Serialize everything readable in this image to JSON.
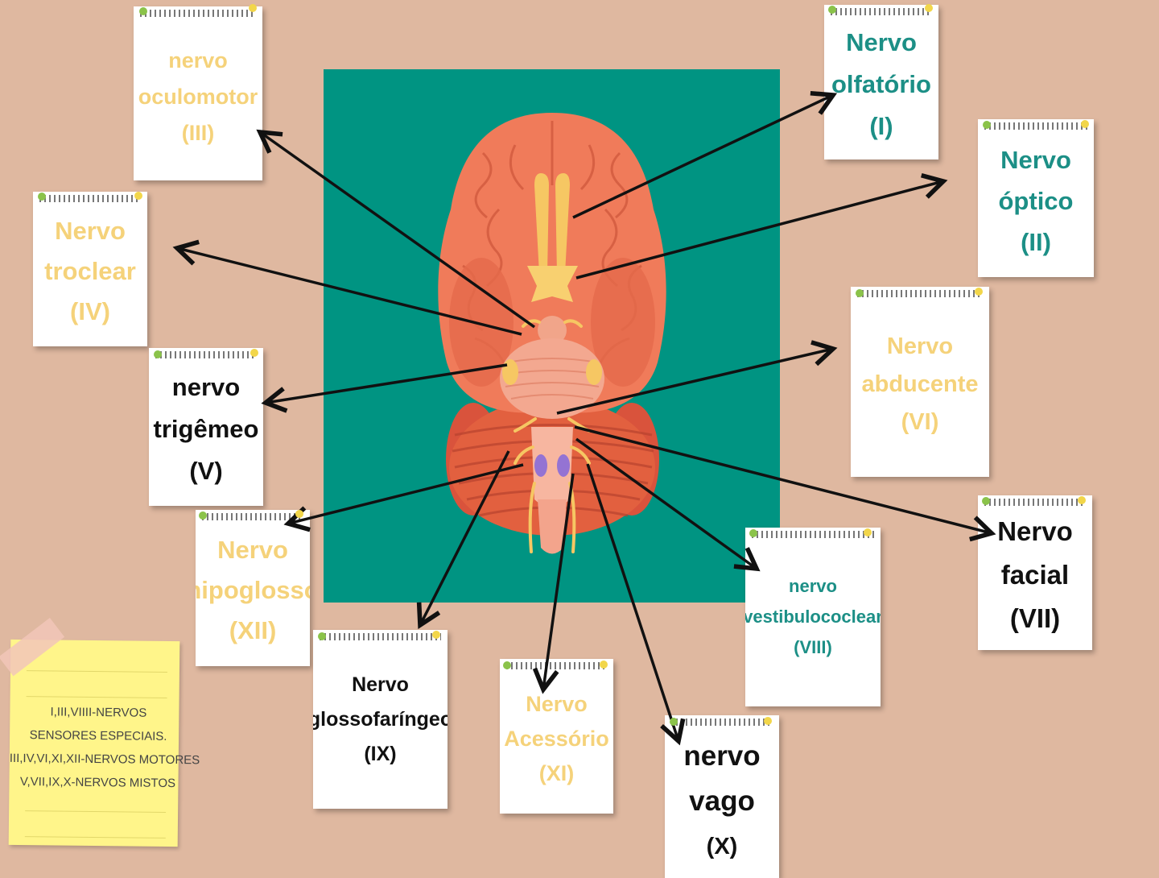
{
  "cards": {
    "olfatorio": {
      "lines": [
        "Nervo",
        "olfatório",
        "(I)"
      ]
    },
    "optico": {
      "lines": [
        "Nervo",
        "óptico",
        "(II)"
      ]
    },
    "oculomotor": {
      "lines": [
        "nervo",
        "oculomotor",
        "(III)"
      ]
    },
    "troclear": {
      "lines": [
        "Nervo",
        "troclear",
        "(IV)"
      ]
    },
    "trigemeo": {
      "lines": [
        "nervo",
        "trigêmeo",
        "(V)"
      ]
    },
    "abducente": {
      "lines": [
        "Nervo",
        "abducente",
        "(VI)"
      ]
    },
    "facial": {
      "lines": [
        "Nervo",
        "facial",
        "(VII)"
      ]
    },
    "vestibulococlear": {
      "lines": [
        "nervo",
        "vestibulococlear",
        "(VIII)"
      ]
    },
    "glossofaringeo": {
      "lines": [
        "Nervo",
        "glossofaríngeo",
        "(IX)"
      ]
    },
    "vago": {
      "lines": [
        "nervo",
        "vago",
        "(X)"
      ]
    },
    "acessorio": {
      "lines": [
        "Nervo",
        "Acessório",
        "(XI)"
      ]
    },
    "hipoglosso": {
      "lines": [
        "Nervo",
        "hipoglosso",
        "(XII)"
      ]
    }
  },
  "sticky_note": {
    "lines": [
      "I,III,VIIII-NERVOS",
      "SENSORES ESPECIAIS.",
      "III,IV,VI,XI,XII-NERVOS MOTORES",
      "V,VII,IX,X-NERVOS MISTOS"
    ]
  },
  "colors": {
    "background": "#dfb8a0",
    "panel": "#009482",
    "gold_text": "#f5d27a",
    "teal_text": "#1c8f86",
    "black_text": "#111111",
    "sticky": "#fff58a"
  }
}
